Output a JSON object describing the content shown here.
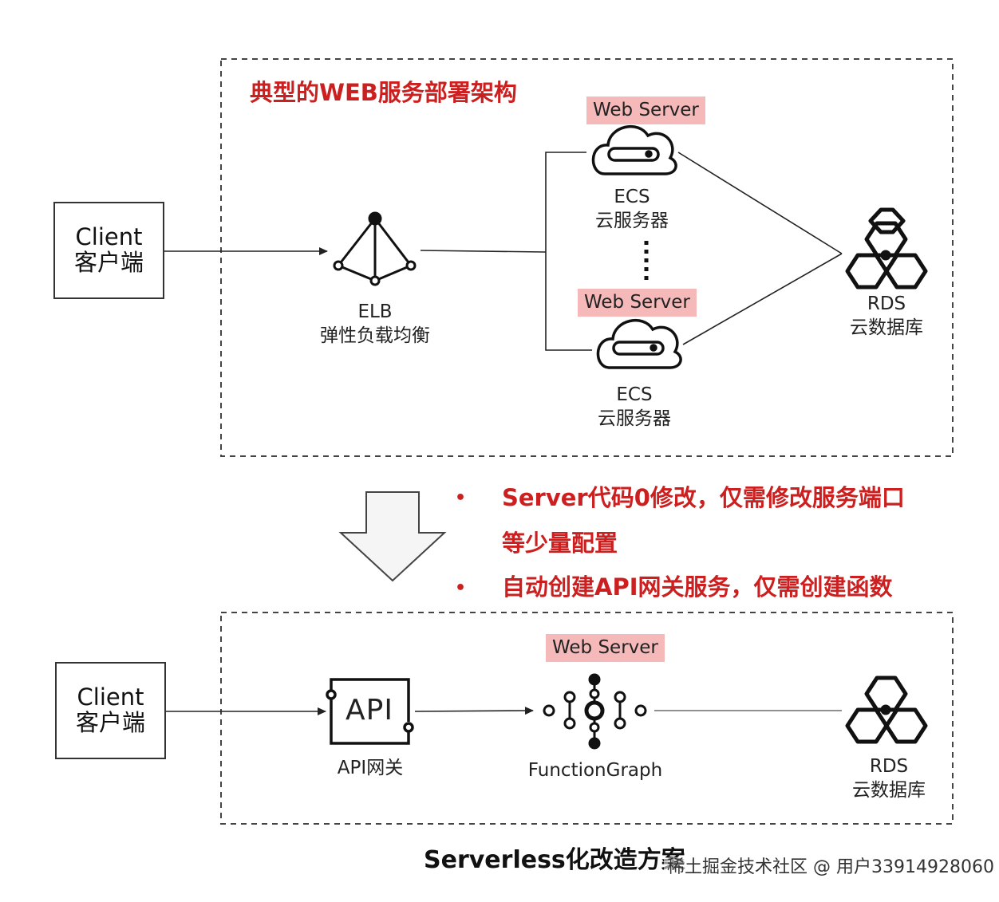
{
  "top_section": {
    "title": "典型的WEB服务部署架构",
    "client": {
      "line1": "Client",
      "line2": "客户端"
    },
    "elb": {
      "name": "ELB",
      "desc": "弹性负载均衡"
    },
    "ecs_top": {
      "badge": "Web Server",
      "name": "ECS",
      "desc": "云服务器"
    },
    "ecs_bottom": {
      "badge": "Web Server",
      "name": "ECS",
      "desc": "云服务器"
    },
    "rds": {
      "name": "RDS",
      "desc": "云数据库"
    }
  },
  "notes": {
    "bullet": "•",
    "item1_line1": "Server代码0修改，仅需修改服务端口",
    "item1_line2": "等少量配置",
    "item2": "自动创建API网关服务，仅需创建函数"
  },
  "bottom_section": {
    "client": {
      "line1": "Client",
      "line2": "客户端"
    },
    "api_icon_text": "API",
    "api_gateway": "API网关",
    "function": {
      "badge": "Web Server",
      "name": "FunctionGraph"
    },
    "rds": {
      "name": "RDS",
      "desc": "云数据库"
    }
  },
  "caption": "Serverless化改造方案",
  "watermark": "稀土掘金技术社区 @ 用户33914928060",
  "colors": {
    "accent_red": "#cc1f1f",
    "badge_bg": "#f5b9b9",
    "line": "#333333"
  }
}
